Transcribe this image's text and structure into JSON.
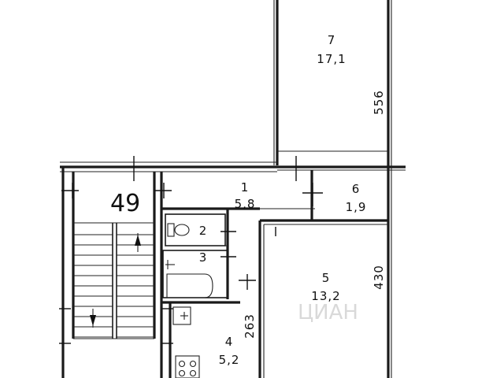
{
  "flat_number": "49",
  "rooms": [
    {
      "id": "room-1",
      "number": "1",
      "area": "5,8"
    },
    {
      "id": "room-2",
      "number": "2",
      "area": ""
    },
    {
      "id": "room-3",
      "number": "3",
      "area": ""
    },
    {
      "id": "room-4",
      "number": "4",
      "area": "5,2"
    },
    {
      "id": "room-5",
      "number": "5",
      "area": "13,2"
    },
    {
      "id": "room-6",
      "number": "6",
      "area": "1,9"
    },
    {
      "id": "room-7",
      "number": "7",
      "area": "17,1"
    }
  ],
  "dimensions": {
    "room7_depth": "556",
    "room5_depth": "430",
    "room4_width": "263"
  },
  "watermark": "ЦИАН"
}
